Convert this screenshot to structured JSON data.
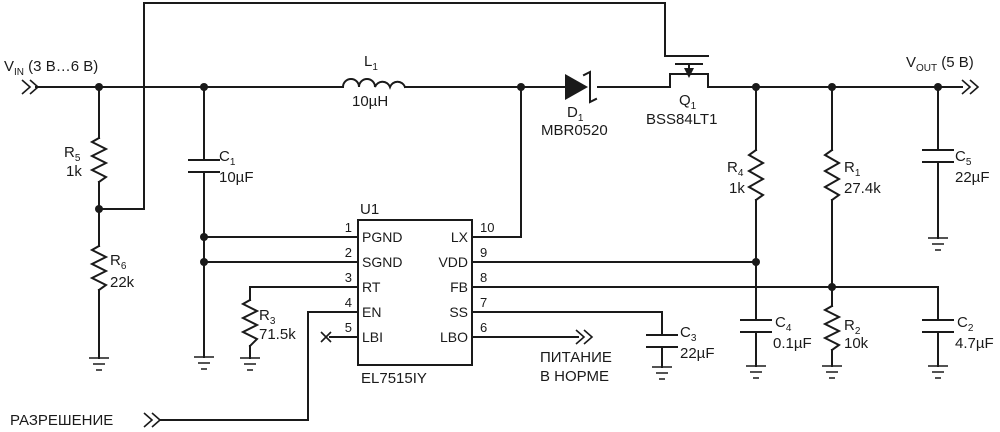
{
  "input": {
    "name": "V",
    "sub": "IN",
    "range": " (3 В…6 В)"
  },
  "output": {
    "name": "V",
    "sub": "OUT",
    "value": " (5 В)"
  },
  "enable_label": "РАЗРЕШЕНИЕ",
  "power_good_label": [
    "ПИТАНИЕ",
    "В НОРМЕ"
  ],
  "ic": {
    "ref": "U1",
    "part": "EL7515IY",
    "pins_left": [
      {
        "num": "1",
        "name": "PGND"
      },
      {
        "num": "2",
        "name": "SGND"
      },
      {
        "num": "3",
        "name": "RT"
      },
      {
        "num": "4",
        "name": "EN"
      },
      {
        "num": "5",
        "name": "LBI"
      }
    ],
    "pins_right": [
      {
        "num": "10",
        "name": "LX"
      },
      {
        "num": "9",
        "name": "VDD"
      },
      {
        "num": "8",
        "name": "FB"
      },
      {
        "num": "7",
        "name": "SS"
      },
      {
        "num": "6",
        "name": "LBO"
      }
    ]
  },
  "components": {
    "L1": {
      "ref": "L",
      "sub": "1",
      "value": "10µH"
    },
    "D1": {
      "ref": "D",
      "sub": "1",
      "value": "MBR0520"
    },
    "Q1": {
      "ref": "Q",
      "sub": "1",
      "value": "BSS84LT1"
    },
    "R1": {
      "ref": "R",
      "sub": "1",
      "value": "27.4k"
    },
    "R2": {
      "ref": "R",
      "sub": "2",
      "value": "10k"
    },
    "R3": {
      "ref": "R",
      "sub": "3",
      "value": "71.5k"
    },
    "R4": {
      "ref": "R",
      "sub": "4",
      "value": "1k"
    },
    "R5": {
      "ref": "R",
      "sub": "5",
      "value": "1k"
    },
    "R6": {
      "ref": "R",
      "sub": "6",
      "value": "22k"
    },
    "C1": {
      "ref": "C",
      "sub": "1",
      "value": "10µF"
    },
    "C2": {
      "ref": "C",
      "sub": "2",
      "value": "4.7µF"
    },
    "C3": {
      "ref": "C",
      "sub": "3",
      "value": "22µF"
    },
    "C4": {
      "ref": "C",
      "sub": "4",
      "value": "0.1µF"
    },
    "C5": {
      "ref": "C",
      "sub": "5",
      "value": "22µF"
    }
  }
}
